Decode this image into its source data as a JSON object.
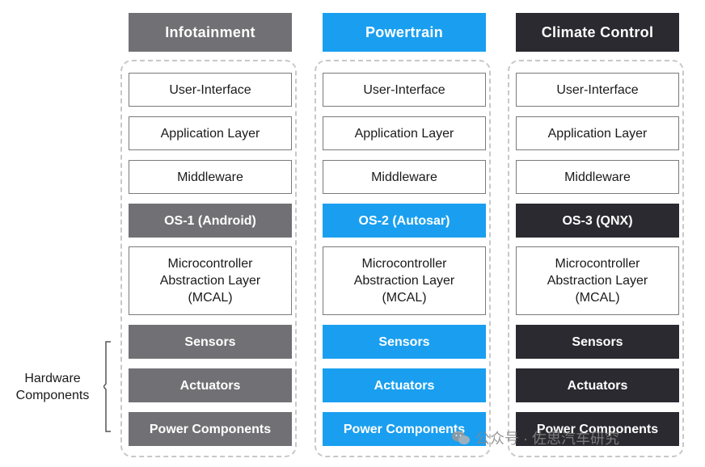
{
  "columns": [
    {
      "title": "Infotainment",
      "color": "#717175",
      "layers": {
        "ui": "User-Interface",
        "app": "Application Layer",
        "middleware": "Middleware",
        "os": "OS-1 (Android)",
        "mcal": "Microcontroller\nAbstraction Layer\n(MCAL)",
        "sensors": "Sensors",
        "actuators": "Actuators",
        "power": "Power Components"
      }
    },
    {
      "title": "Powertrain",
      "color": "#1a9ff0",
      "layers": {
        "ui": "User-Interface",
        "app": "Application Layer",
        "middleware": "Middleware",
        "os": "OS-2 (Autosar)",
        "mcal": "Microcontroller\nAbstraction Layer\n(MCAL)",
        "sensors": "Sensors",
        "actuators": "Actuators",
        "power": "Power Components"
      }
    },
    {
      "title": "Climate Control",
      "color": "#2a2a30",
      "layers": {
        "ui": "User-Interface",
        "app": "Application Layer",
        "middleware": "Middleware",
        "os": "OS-3 (QNX)",
        "mcal": "Microcontroller\nAbstraction Layer\n(MCAL)",
        "sensors": "Sensors",
        "actuators": "Actuators",
        "power": "Power Components"
      }
    }
  ],
  "hardware_label": "Hardware\nComponents",
  "watermark": {
    "icon": "wechat-icon",
    "text": "公众号 · 佐思汽车研究"
  }
}
